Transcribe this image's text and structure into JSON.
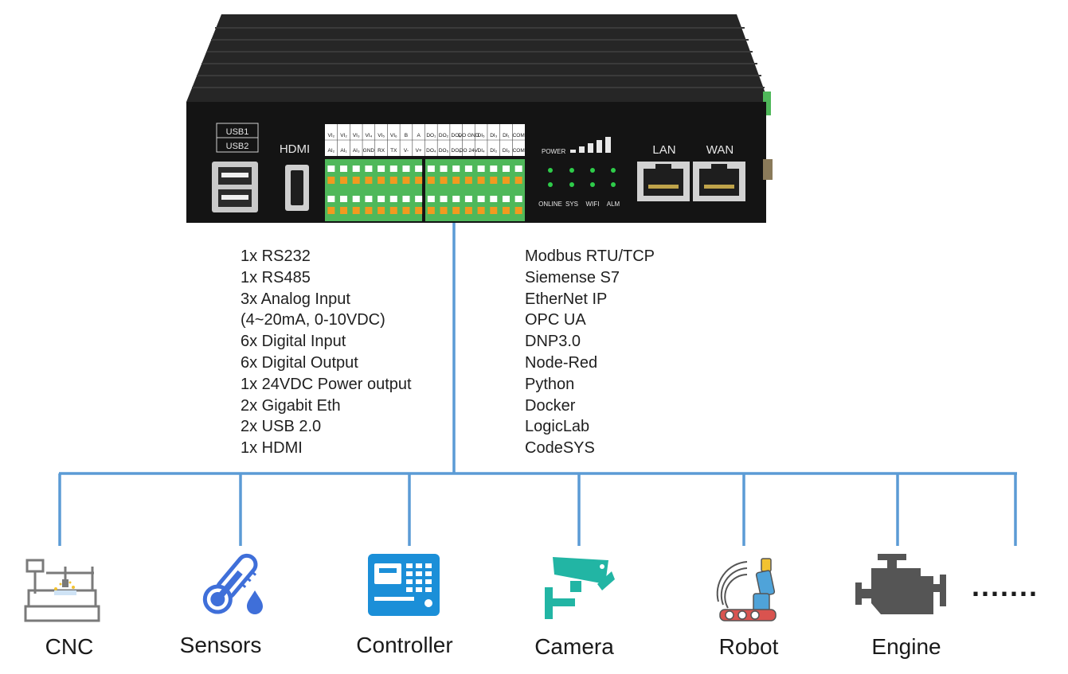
{
  "device": {
    "usb_labels": [
      "USB1",
      "USB2"
    ],
    "hdmi_label": "HDMI",
    "terminal_top": [
      "VI₂",
      "VI₂",
      "VI₃",
      "VI₄",
      "VI₅",
      "VI₆",
      "B",
      "A",
      "DO₁",
      "DO₂",
      "DO₃",
      "DO GND",
      "DI₅",
      "DI₃",
      "DI₁",
      "COM"
    ],
    "terminal_bottom": [
      "AI₂",
      "AI₁",
      "AI₃",
      "GND",
      "RX",
      "TX",
      "V-",
      "V+",
      "DO₄",
      "DO₅",
      "DO₆",
      "DO 24V",
      "DI₄",
      "DI₂",
      "DI₆",
      "COM"
    ],
    "power_label": "POWER",
    "led_labels": [
      "ONLINE",
      "SYS",
      "WIFI",
      "ALM"
    ],
    "lan_label": "LAN",
    "wan_label": "WAN"
  },
  "io_features": [
    "1x RS232",
    "1x RS485",
    "3x Analog Input",
    "(4~20mA, 0-10VDC)",
    "6x Digital Input",
    "6x Digital Output",
    "1x 24VDC Power output",
    "2x Gigabit Eth",
    "2x USB 2.0",
    "1x HDMI"
  ],
  "protocols": [
    "Modbus RTU/TCP",
    "Siemense S7",
    "EtherNet IP",
    "OPC UA",
    "DNP3.0",
    "Node-Red",
    "Python",
    "Docker",
    "LogicLab",
    "CodeSYS"
  ],
  "devices": [
    {
      "label": "CNC",
      "icon": "cnc-machine-icon"
    },
    {
      "label": "Sensors",
      "icon": "thermometer-icon"
    },
    {
      "label": "Controller",
      "icon": "controller-panel-icon"
    },
    {
      "label": "Camera",
      "icon": "cctv-camera-icon"
    },
    {
      "label": "Robot",
      "icon": "robot-arm-icon"
    },
    {
      "label": "Engine",
      "icon": "engine-icon"
    }
  ],
  "more_indicator": ".......",
  "colors": {
    "line": "#5b9bd5",
    "device_body": "#141414",
    "terminal_green": "#4fb85a",
    "terminal_orange": "#f29a1f",
    "led_green": "#2ecc4a",
    "camera_teal": "#22b5a4",
    "controller_blue": "#1b8fd8",
    "sensor_blue": "#3f6fd9",
    "engine_gray": "#555555"
  }
}
